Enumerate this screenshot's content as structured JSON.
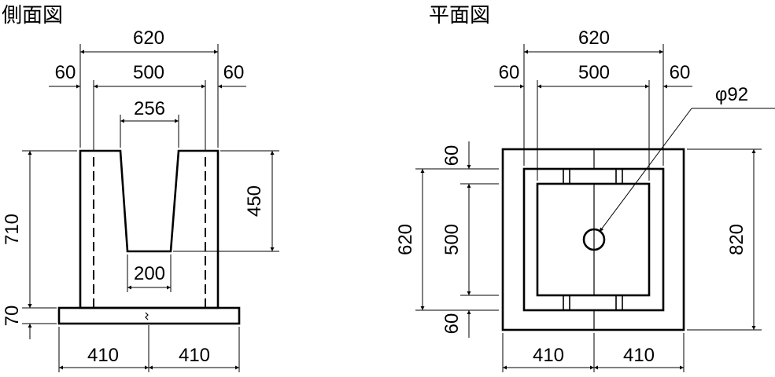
{
  "side_view": {
    "title": "側面図",
    "dims": {
      "total_width": "620",
      "left_wall": "60",
      "inner_width": "500",
      "right_wall": "60",
      "slot_top": "256",
      "slot_bottom": "200",
      "slot_depth": "450",
      "body_height": "710",
      "base_height": "70",
      "base_left": "410",
      "base_right": "410"
    }
  },
  "plan_view": {
    "title": "平面図",
    "dims": {
      "total_width": "620",
      "left_wall": "60",
      "inner_width": "500",
      "right_wall": "60",
      "hole_diameter": "φ92",
      "wall_top": "60",
      "inner_height": "500",
      "wall_bottom": "60",
      "outer_height": "620",
      "base_depth": "820",
      "base_left": "410",
      "base_right": "410"
    }
  }
}
